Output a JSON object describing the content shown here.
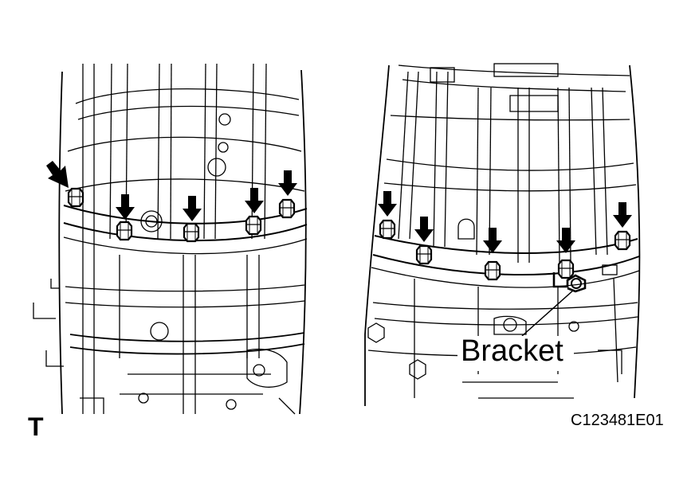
{
  "figure": {
    "callout_label": "Bracket",
    "corner_mark": "T",
    "figure_id": "C123481E01"
  },
  "colors": {
    "ink": "#000000",
    "paper": "#ffffff"
  },
  "icons": {
    "indicator": "down-arrow-icon",
    "fastener": "bolt-icon"
  },
  "panels": [
    {
      "name": "left-view",
      "bolt_count": 5
    },
    {
      "name": "right-view",
      "bolt_count": 5
    }
  ]
}
